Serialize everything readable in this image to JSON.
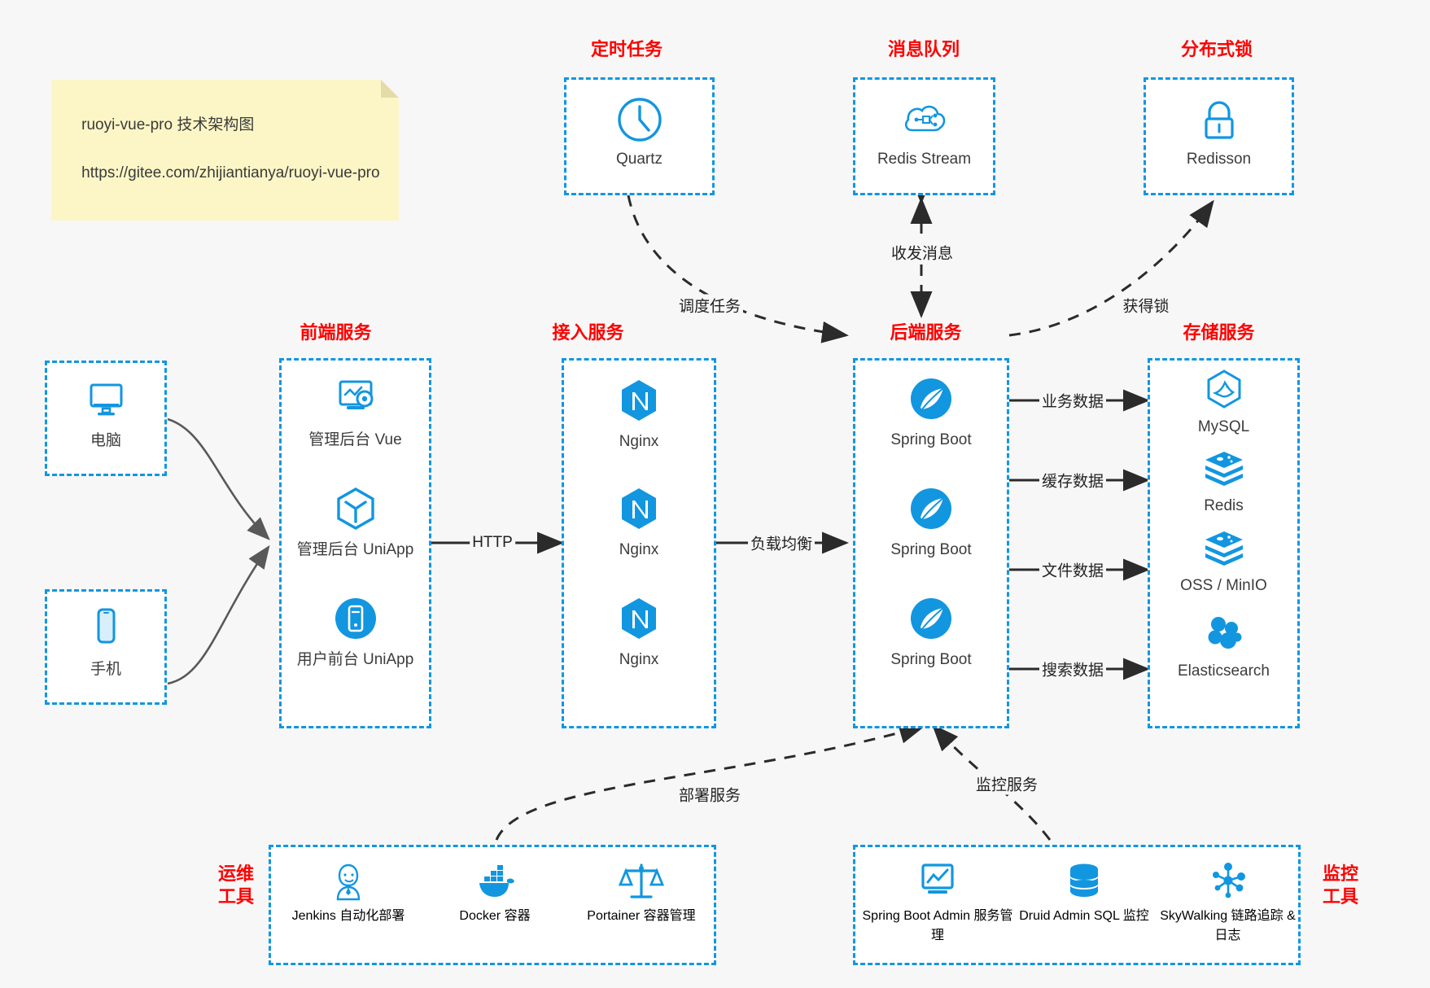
{
  "note": {
    "line1": "ruoyi-vue-pro 技术架构图",
    "line2": "https://gitee.com/zhijiantianya/ruoyi-vue-pro"
  },
  "colors": {
    "accent": "#1296e0",
    "title": "#ff0000",
    "background": "#f7f7f7",
    "note_bg": "#fcf6c6",
    "edge": "#3a3a3a",
    "text": "#3c3c3c"
  },
  "sections": {
    "scheduler": {
      "title": "定时任务"
    },
    "mq": {
      "title": "消息队列"
    },
    "lock": {
      "title": "分布式锁"
    },
    "frontend": {
      "title": "前端服务"
    },
    "gateway": {
      "title": "接入服务"
    },
    "backend": {
      "title": "后端服务"
    },
    "storage": {
      "title": "存储服务"
    },
    "devops": {
      "title": "运维\n工具"
    },
    "monitor": {
      "title": "监控\n工具"
    }
  },
  "clients": [
    {
      "label": "电脑",
      "icon": "desktop-icon"
    },
    {
      "label": "手机",
      "icon": "phone-icon"
    }
  ],
  "scheduler_nodes": [
    {
      "label": "Quartz",
      "icon": "clock-icon"
    }
  ],
  "mq_nodes": [
    {
      "label": "Redis Stream",
      "icon": "cloud-stream-icon"
    }
  ],
  "lock_nodes": [
    {
      "label": "Redisson",
      "icon": "lock-icon"
    }
  ],
  "frontend_nodes": [
    {
      "label": "管理后台 Vue",
      "icon": "monitor-gear-icon"
    },
    {
      "label": "管理后台 UniApp",
      "icon": "cube-icon"
    },
    {
      "label": "用户前台 UniApp",
      "icon": "mobile-circle-icon"
    }
  ],
  "gateway_nodes": [
    {
      "label": "Nginx",
      "icon": "nginx-icon"
    },
    {
      "label": "Nginx",
      "icon": "nginx-icon"
    },
    {
      "label": "Nginx",
      "icon": "nginx-icon"
    }
  ],
  "backend_nodes": [
    {
      "label": "Spring Boot",
      "icon": "spring-leaf-icon"
    },
    {
      "label": "Spring Boot",
      "icon": "spring-leaf-icon"
    },
    {
      "label": "Spring Boot",
      "icon": "spring-leaf-icon"
    }
  ],
  "storage_nodes": [
    {
      "label": "MySQL",
      "icon": "mysql-dolphin-icon"
    },
    {
      "label": "Redis",
      "icon": "redis-stack-icon"
    },
    {
      "label": "OSS / MinIO",
      "icon": "redis-stack-icon"
    },
    {
      "label": "Elasticsearch",
      "icon": "elasticsearch-icon"
    }
  ],
  "devops_nodes": [
    {
      "label": "Jenkins",
      "sub": "自动化部署",
      "icon": "jenkins-butler-icon"
    },
    {
      "label": "Docker",
      "sub": "容器",
      "icon": "docker-whale-icon"
    },
    {
      "label": "Portainer",
      "sub": "容器管理",
      "icon": "scales-icon"
    }
  ],
  "monitor_nodes": [
    {
      "label": "Spring Boot Admin",
      "sub": "服务管理",
      "icon": "monitor-chart-icon"
    },
    {
      "label": "Druid Admin",
      "sub": "SQL 监控",
      "icon": "database-icon"
    },
    {
      "label": "SkyWalking",
      "sub": "链路追踪 & 日志",
      "icon": "skywalking-icon"
    }
  ],
  "edge_labels": {
    "http": "HTTP",
    "load_balance": "负载均衡",
    "schedule_task": "调度任务",
    "message": "收发消息",
    "acquire_lock": "获得锁",
    "business_data": "业务数据",
    "cache_data": "缓存数据",
    "file_data": "文件数据",
    "search_data": "搜索数据",
    "deploy_service": "部署服务",
    "monitor_service": "监控服务"
  }
}
